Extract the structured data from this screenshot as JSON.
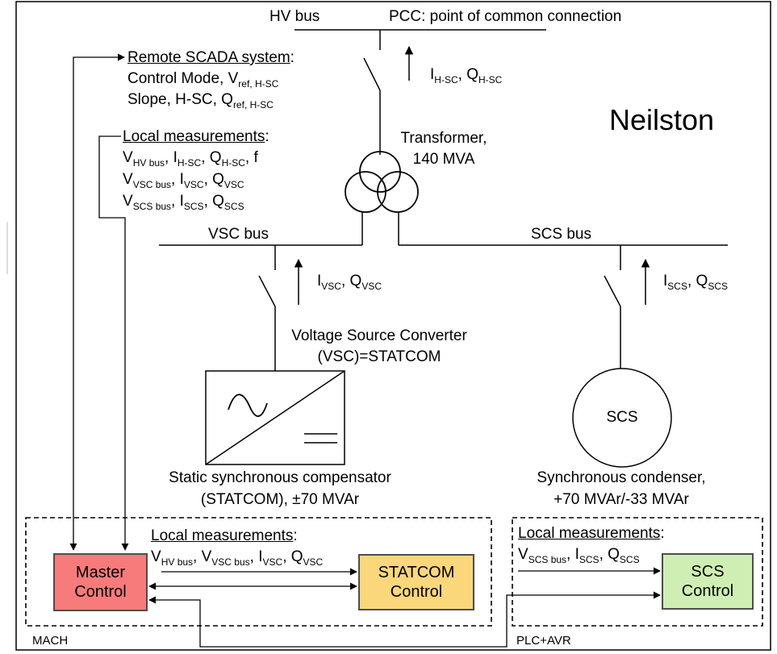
{
  "title": "Neilston",
  "hv_bus": "HV bus",
  "pcc": "PCC: point of common connection",
  "remote_scada": {
    "heading": "Remote SCADA system",
    "line1": "Control Mode, V",
    "line1_sub": "ref, H-SC",
    "line2": "Slope, H-SC, Q",
    "line2_sub": "ref, H-SC"
  },
  "local_meas_top": {
    "heading": "Local measurements",
    "r1": [
      [
        "V",
        "HV bus"
      ],
      [
        "I",
        "H-SC"
      ],
      [
        "Q",
        "H-SC"
      ],
      [
        "f",
        ""
      ]
    ],
    "r2": [
      [
        "V",
        "VSC bus"
      ],
      [
        "I",
        "VSC"
      ],
      [
        "Q",
        "VSC"
      ]
    ],
    "r3": [
      [
        "V",
        "SCS bus"
      ],
      [
        "I",
        "SCS"
      ],
      [
        "Q",
        "SCS"
      ]
    ]
  },
  "hsc_current": {
    "i": "I",
    "i_sub": "H-SC",
    "q": "Q",
    "q_sub": "H-SC"
  },
  "transformer": {
    "line1": "Transformer,",
    "line2": "140 MVA"
  },
  "vsc_bus": "VSC bus",
  "scs_bus": "SCS bus",
  "vsc_current": {
    "i": "I",
    "i_sub": "VSC",
    "q": "Q",
    "q_sub": "VSC"
  },
  "scs_current": {
    "i": "I",
    "i_sub": "SCS",
    "q": "Q",
    "q_sub": "SCS"
  },
  "vsc_label": {
    "line1": "Voltage Source Converter",
    "line2": "(VSC)=STATCOM"
  },
  "scs_circle_label": "SCS",
  "statcom_desc": {
    "line1": "Static synchronous compensator",
    "line2": "(STATCOM), ±70 MVAr"
  },
  "scs_desc": {
    "line1": "Synchronous condenser,",
    "line2": "+70 MVAr/-33 MVAr"
  },
  "mach": {
    "heading": "Local measurements",
    "meas": [
      [
        "V",
        "HV bus"
      ],
      [
        "V",
        "VSC bus"
      ],
      [
        "I",
        "VSC"
      ],
      [
        "Q",
        "VSC"
      ]
    ],
    "label": "MACH"
  },
  "plc": {
    "heading": "Local measurements",
    "meas": [
      [
        "V",
        "SCS bus"
      ],
      [
        "I",
        "SCS"
      ],
      [
        "Q",
        "SCS"
      ]
    ],
    "label": "PLC+AVR"
  },
  "master_control": {
    "line1": "Master",
    "line2": "Control",
    "color": "#f87b7b"
  },
  "statcom_control": {
    "line1": "STATCOM",
    "line2": "Control",
    "color": "#fad77a"
  },
  "scs_control": {
    "line1": "SCS",
    "line2": "Control",
    "color": "#cfeeb4"
  }
}
